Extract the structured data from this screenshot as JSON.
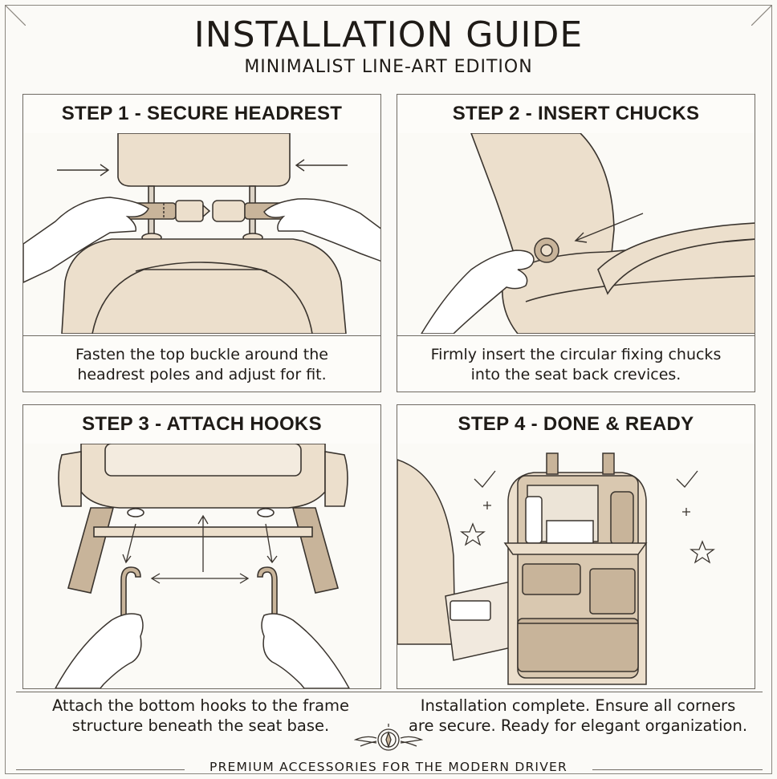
{
  "header": {
    "title": "INSTALLATION GUIDE",
    "subtitle": "MINIMALIST LINE-ART EDITION"
  },
  "steps": [
    {
      "heading": "STEP 1 - SECURE HEADREST",
      "caption": "Fasten the top buckle around the\nheadrest poles and adjust for fit."
    },
    {
      "heading": "STEP 2 - INSERT CHUCKS",
      "caption": "Firmly insert the circular fixing chucks\ninto the seat back crevices."
    },
    {
      "heading": "STEP 3 - ATTACH HOOKS",
      "caption": "Attach the bottom hooks to the frame\nstructure beneath the seat base."
    },
    {
      "heading": "STEP 4 - DONE & READY",
      "caption": "Installation complete. Ensure all corners\nare secure. Ready for elegant organization."
    }
  ],
  "footer": {
    "tagline": "PREMIUM ACCESSORIES FOR THE MODERN DRIVER",
    "emblem_icon": "compass-wings-icon"
  },
  "colors": {
    "seat_fill": "#ecdfcc",
    "line": "#3a342e",
    "accent_tan": "#c8b49a",
    "frame": "#6f6a63"
  }
}
